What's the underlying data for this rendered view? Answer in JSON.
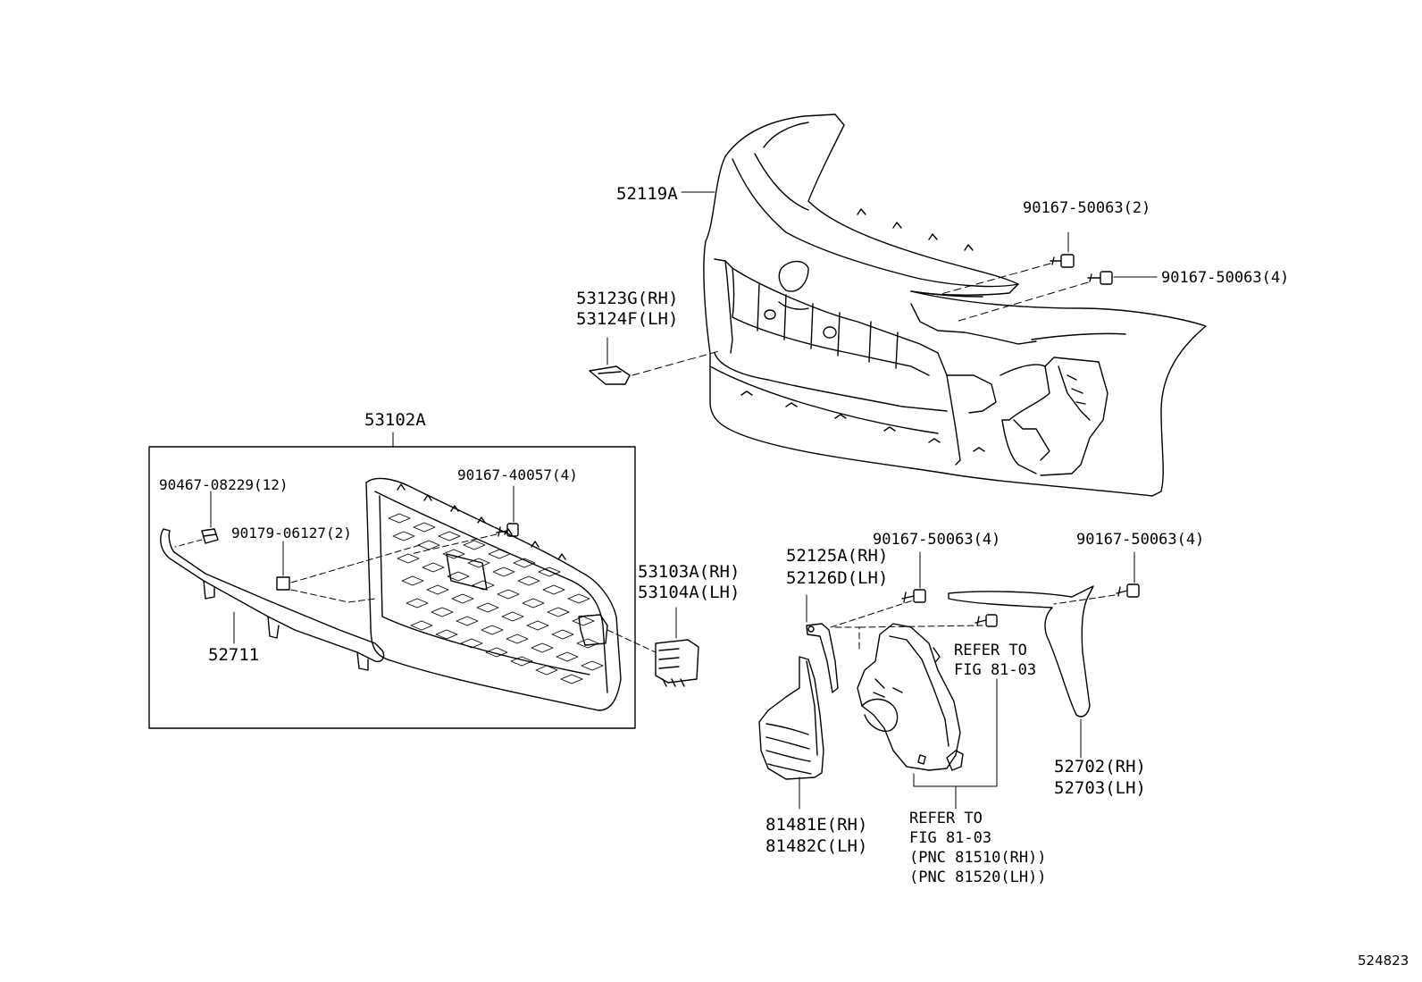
{
  "labels": {
    "p52119a": "52119A",
    "p90167_50063_2": "90167-50063(2)",
    "p90167_50063_4_top": "90167-50063(4)",
    "p53123g": "53123G(RH)",
    "p53124f": "53124F(LH)",
    "p53102a": "53102A",
    "p90467": "90467-08229(12)",
    "p90167_40057": "90167-40057(4)",
    "p90179": "90179-06127(2)",
    "p52711": "52711",
    "p53103a": "53103A(RH)",
    "p53104a": "53104A(LH)",
    "p52125a": "52125A(RH)",
    "p52126d": "52126D(LH)",
    "p90167_50063_4_mid": "90167-50063(4)",
    "p90167_50063_4_right": "90167-50063(4)",
    "refer1_line1": "REFER TO",
    "refer1_line2": "FIG 81-03",
    "p52702": "52702(RH)",
    "p52703": "52703(LH)",
    "p81481e": "81481E(RH)",
    "p81482c": "81482C(LH)",
    "refer2_line1": "REFER TO",
    "refer2_line2": "FIG 81-03",
    "refer2_line3": "(PNC 81510(RH))",
    "refer2_line4": "(PNC 81520(LH))"
  },
  "diagram_id": "524823"
}
